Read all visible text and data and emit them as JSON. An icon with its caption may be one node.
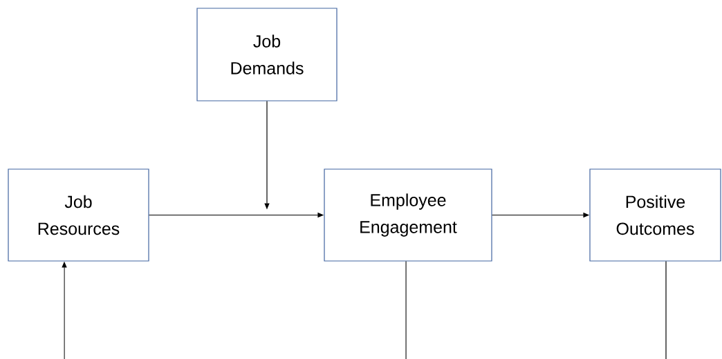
{
  "diagram": {
    "nodes": [
      {
        "text": [
          "Job Demands"
        ]
      },
      {
        "text": [
          "Job Resources"
        ]
      },
      {
        "text": [
          "Employee Engagement"
        ]
      },
      {
        "text": [
          "Positive Outcomes"
        ]
      }
    ],
    "edges": [
      {
        "from": 1,
        "to": 2,
        "arrow": "to"
      },
      {
        "from": 0,
        "to": null,
        "arrow": "to"
      },
      {
        "from": 2,
        "to": 3,
        "arrow": "to"
      },
      {
        "from": 2,
        "to": null,
        "arrow": "none"
      },
      {
        "from": 3,
        "to": null,
        "arrow": "none"
      },
      {
        "from": null,
        "to": 1,
        "arrow": "to"
      }
    ]
  }
}
